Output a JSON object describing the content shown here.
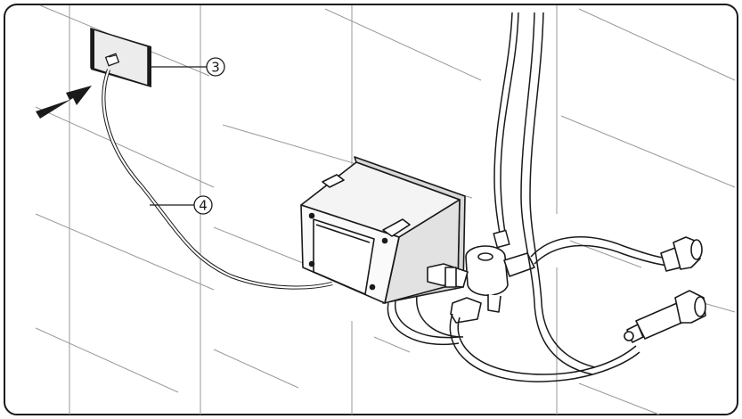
{
  "diagram": {
    "callouts": [
      {
        "id": "3",
        "label": "3",
        "part": "wall-plate"
      },
      {
        "id": "4",
        "label": "4",
        "part": "cable"
      }
    ],
    "icons": [
      "direction-arrow-icon"
    ],
    "colors": {
      "line": "#1a1a1a",
      "grid": "#9a9a9a",
      "frame": "#1a1a1a",
      "background": "#ffffff",
      "plate_fill": "#e8e8e8"
    }
  }
}
